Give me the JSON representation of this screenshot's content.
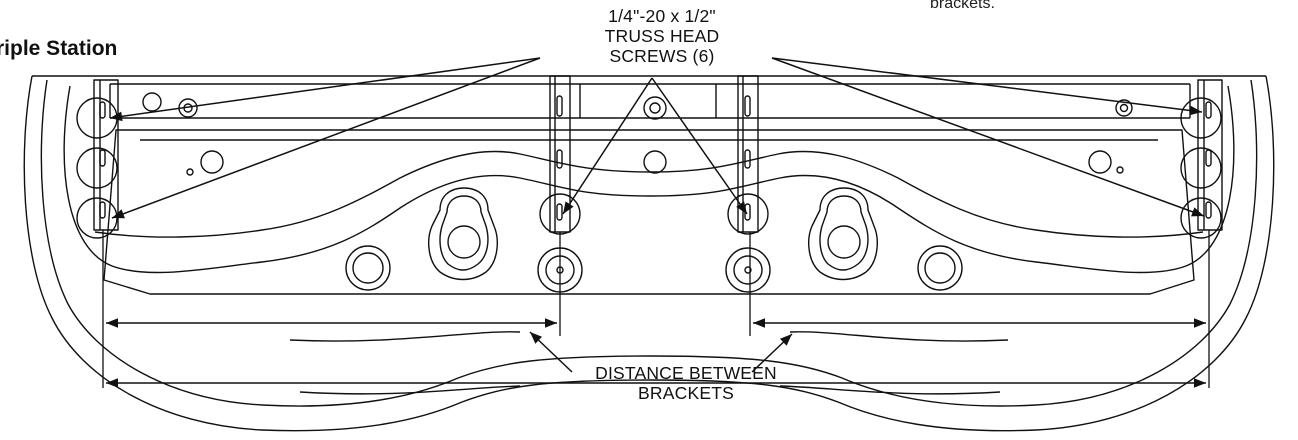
{
  "title": "riple Station",
  "top_note": "brackets.",
  "callout_screws": {
    "line1": "1/4\"-20 x 1/2\"",
    "line2": "TRUSS HEAD",
    "line3": "SCREWS (6)"
  },
  "callout_distance": {
    "line1": "DISTANCE BETWEEN",
    "line2": "BRACKETS"
  },
  "colors": {
    "line": "#111111",
    "background": "#ffffff"
  }
}
